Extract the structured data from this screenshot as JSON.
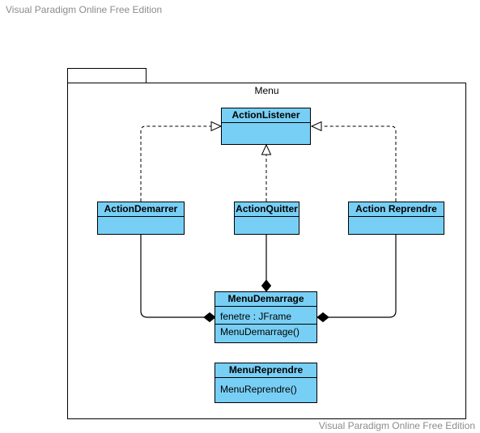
{
  "watermark": {
    "top": "Visual Paradigm Online Free Edition",
    "bottom": "Visual Paradigm Online Free Edition"
  },
  "package": {
    "name": "Menu"
  },
  "classes": {
    "action_listener": {
      "name": "ActionListener",
      "attributes": [],
      "operations": []
    },
    "action_demarrer": {
      "name": "ActionDemarrer",
      "attributes": [],
      "operations": []
    },
    "action_quitter": {
      "name": "ActionQuitter",
      "attributes": [],
      "operations": []
    },
    "action_reprendre": {
      "name": "Action Reprendre",
      "attributes": [],
      "operations": []
    },
    "menu_demarrage": {
      "name": "MenuDemarrage",
      "attributes": [
        "fenetre : JFrame"
      ],
      "operations": [
        "MenuDemarrage()"
      ]
    },
    "menu_reprendre": {
      "name": "MenuReprendre",
      "attributes": [],
      "operations": [
        "MenuReprendre()"
      ]
    }
  },
  "relationships": [
    {
      "type": "realization",
      "from": "ActionDemarrer",
      "to": "ActionListener"
    },
    {
      "type": "realization",
      "from": "ActionQuitter",
      "to": "ActionListener"
    },
    {
      "type": "realization",
      "from": "Action Reprendre",
      "to": "ActionListener"
    },
    {
      "type": "composition",
      "from": "ActionDemarrer",
      "to": "MenuDemarrage"
    },
    {
      "type": "composition",
      "from": "ActionQuitter",
      "to": "MenuDemarrage"
    },
    {
      "type": "composition",
      "from": "Action Reprendre",
      "to": "MenuDemarrage"
    }
  ],
  "colors": {
    "class_fill": "#78cff5",
    "line": "#000000",
    "watermark": "#8c8c8c"
  }
}
